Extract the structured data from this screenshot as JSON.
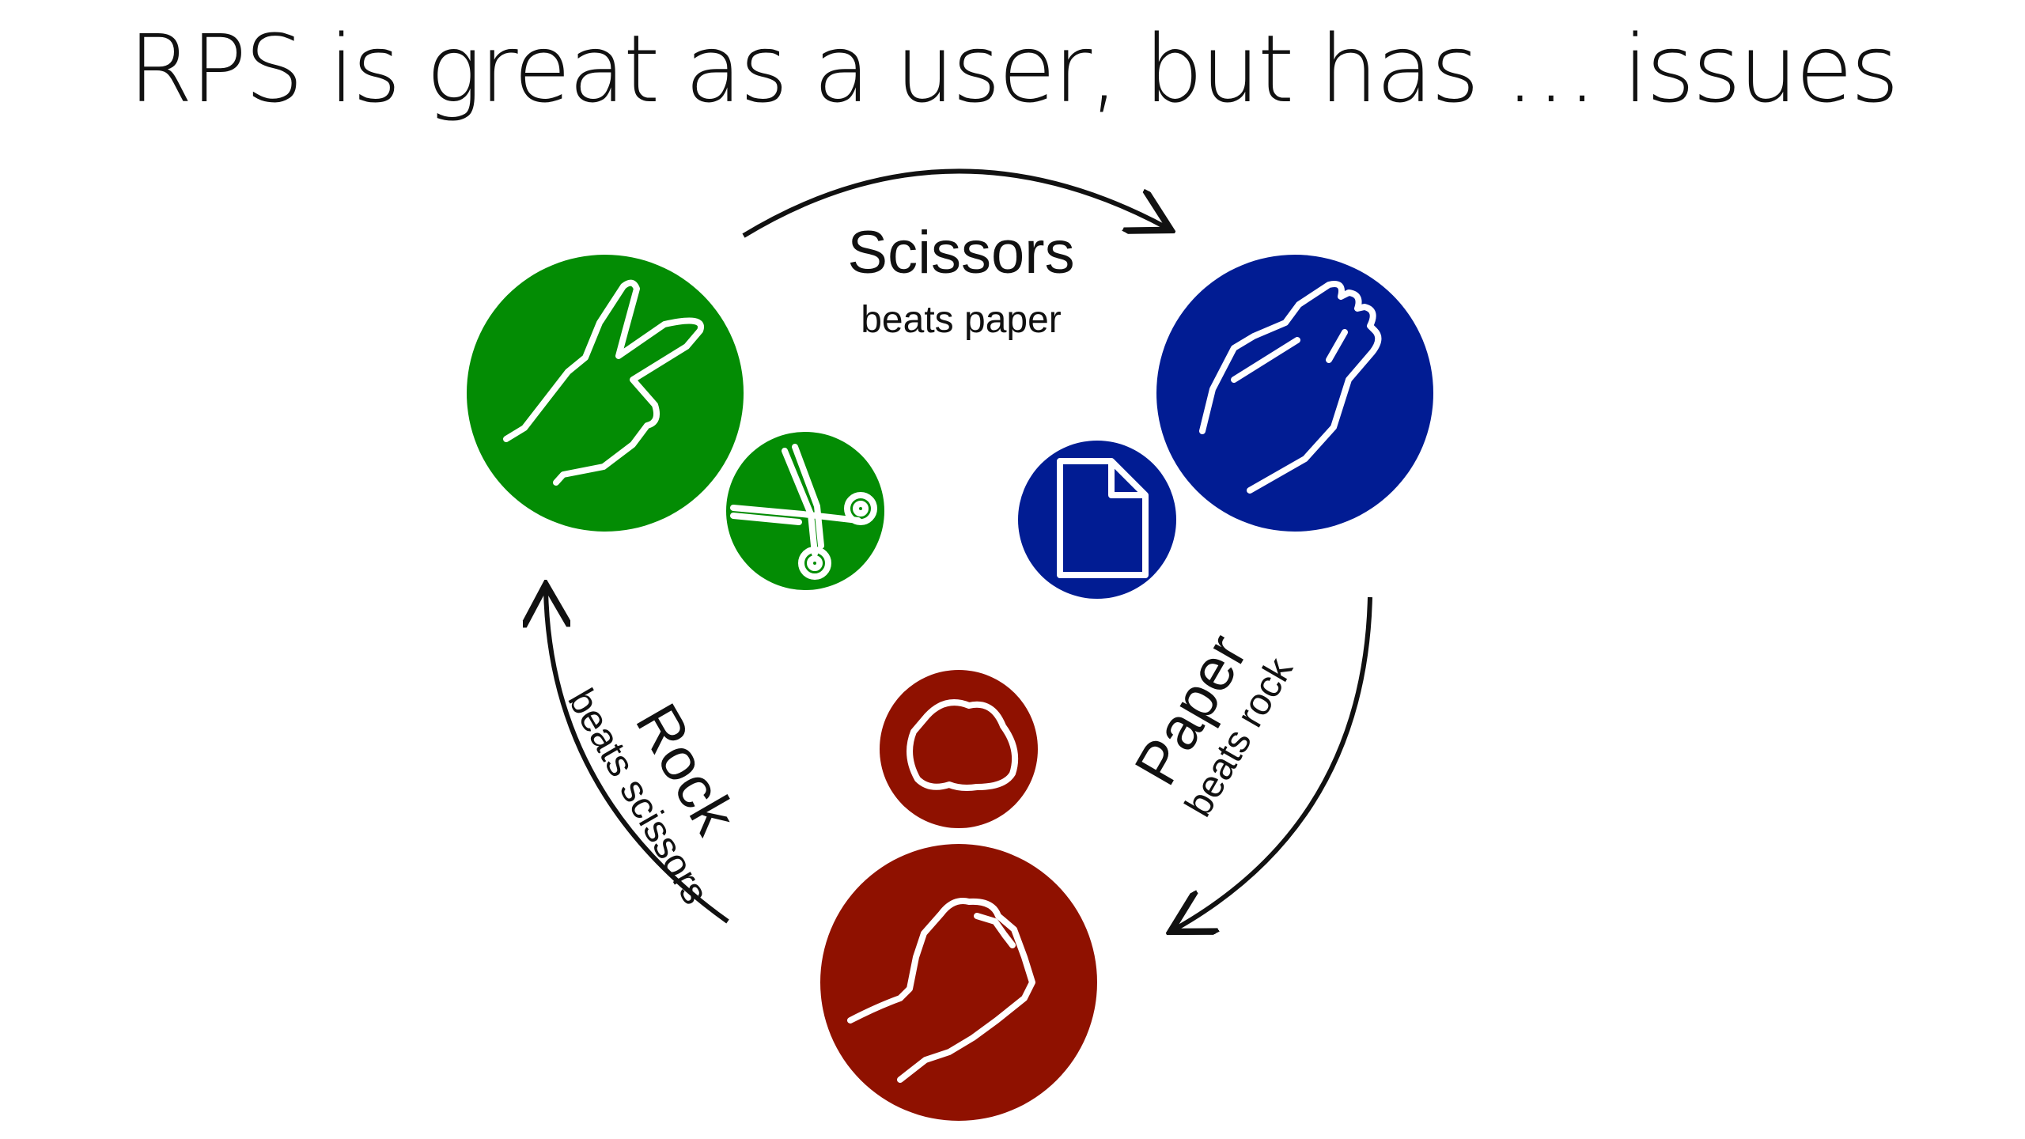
{
  "slide": {
    "title": "RPS is great as a user, but has … issues"
  },
  "colors": {
    "rock": "#8f1100",
    "paper": "#011c93",
    "scissors": "#038c04",
    "arrow": "#111111",
    "icon": "#ffffff"
  },
  "cycle": [
    {
      "name": "Scissors",
      "rule": "beats paper",
      "color_key": "scissors",
      "icons": [
        "scissors-hand-icon",
        "scissors-icon"
      ]
    },
    {
      "name": "Paper",
      "rule": "beats rock",
      "color_key": "paper",
      "icons": [
        "open-hand-icon",
        "paper-document-icon"
      ]
    },
    {
      "name": "Rock",
      "rule": "beats scissors",
      "color_key": "rock",
      "icons": [
        "fist-icon",
        "rock-icon"
      ]
    }
  ]
}
